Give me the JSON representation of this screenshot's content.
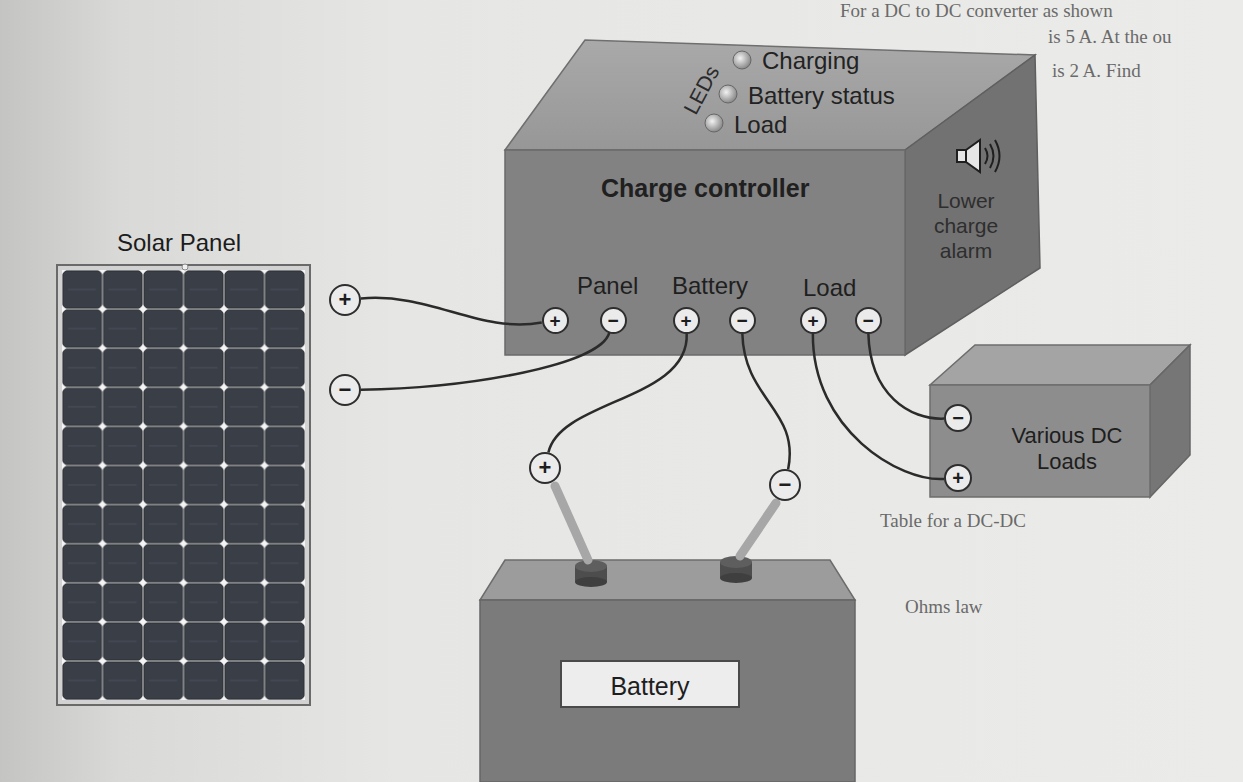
{
  "diagram": {
    "nodes": [
      {
        "text": [
          "Solar Panel"
        ]
      },
      {
        "text": [
          "+"
        ]
      },
      {
        "text": [
          "−"
        ]
      },
      {
        "text": [
          "Charge controller"
        ]
      },
      {
        "text": [
          "+"
        ],
        "in": 3
      },
      {
        "text": [
          "−"
        ],
        "in": 3
      },
      {
        "text": [
          "+"
        ],
        "in": 3
      },
      {
        "text": [
          "−"
        ],
        "in": 3
      },
      {
        "text": [
          "+"
        ],
        "in": 3
      },
      {
        "text": [
          "−"
        ],
        "in": 3
      },
      {
        "text": [
          "Various DC Loads"
        ]
      },
      {
        "text": [
          "−"
        ],
        "in": 10
      },
      {
        "text": [
          "+"
        ],
        "in": 10
      },
      {
        "text": [
          "Battery"
        ]
      },
      {
        "text": [
          "+"
        ]
      },
      {
        "text": [
          "−"
        ]
      }
    ],
    "edges": [
      {
        "from": 1,
        "to": 4,
        "arrow": "none"
      },
      {
        "from": 2,
        "to": 5,
        "arrow": "none"
      },
      {
        "from": 6,
        "to": 14,
        "arrow": "none"
      },
      {
        "from": 7,
        "to": 15,
        "arrow": "none"
      },
      {
        "from": 8,
        "to": 12,
        "arrow": "none"
      },
      {
        "from": 9,
        "to": 11,
        "arrow": "none"
      }
    ],
    "labels": [
      "LEDs",
      "Charging",
      "Battery status",
      "Load",
      "Lower charge alarm",
      "Panel",
      "Battery",
      "Load",
      "For a DC to DC converter as shown",
      "is 5 A. At the ou",
      "is 2 A. Find",
      "Table for a DC-DC",
      "Ohms law"
    ]
  }
}
